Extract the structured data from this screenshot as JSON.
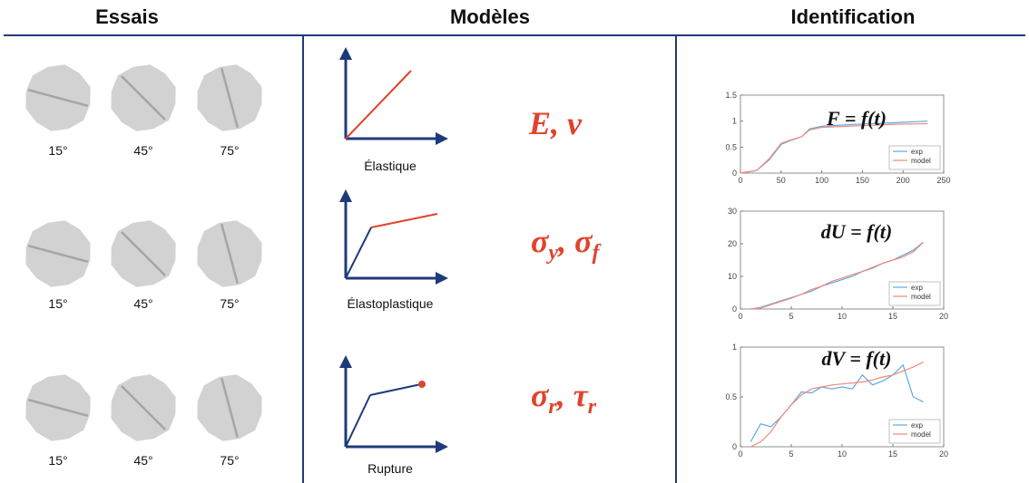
{
  "headers": {
    "essais": "Essais",
    "modeles": "Modèles",
    "identification": "Identification"
  },
  "angles": [
    "15°",
    "45°",
    "75°"
  ],
  "models": [
    {
      "label": "Élastique",
      "param": "E, ν"
    },
    {
      "label": "Élastoplastique",
      "param": "σy, σf"
    },
    {
      "label": "Rupture",
      "param": "σr, τr"
    }
  ],
  "colors": {
    "accent": "#e0432b",
    "navy": "#1f3a7a",
    "specimen": "#d2d2d2",
    "exp": "#5aa9e6",
    "model": "#f08a76"
  },
  "chart_data": [
    {
      "type": "line",
      "title": "F = f(t)",
      "xlim": [
        0,
        250
      ],
      "ylim": [
        0,
        1.5
      ],
      "xticks": [
        0,
        50,
        100,
        150,
        200,
        250
      ],
      "yticks": [
        0,
        0.5,
        1,
        1.5
      ],
      "legend": "bottom-right",
      "series": [
        {
          "name": "exp",
          "x": [
            0,
            20,
            35,
            50,
            60,
            75,
            85,
            100,
            130,
            160,
            190,
            230
          ],
          "y": [
            0,
            0.05,
            0.25,
            0.55,
            0.62,
            0.7,
            0.85,
            0.9,
            0.93,
            0.95,
            0.97,
            1.0
          ]
        },
        {
          "name": "model",
          "x": [
            0,
            20,
            35,
            50,
            60,
            75,
            85,
            100,
            130,
            160,
            190,
            230
          ],
          "y": [
            0,
            0.05,
            0.27,
            0.57,
            0.63,
            0.7,
            0.83,
            0.88,
            0.9,
            0.92,
            0.94,
            0.95
          ]
        }
      ]
    },
    {
      "type": "line",
      "title": "dU = f(t)",
      "xlim": [
        0,
        20
      ],
      "ylim": [
        0,
        30
      ],
      "xticks": [
        0,
        5,
        10,
        15,
        20
      ],
      "yticks": [
        0,
        10,
        20,
        30
      ],
      "legend": "bottom-right",
      "series": [
        {
          "name": "exp",
          "x": [
            1,
            2,
            3,
            4,
            5,
            6,
            7,
            8,
            9,
            10,
            11,
            12,
            13,
            14,
            15,
            16,
            17,
            18
          ],
          "y": [
            0,
            0.5,
            1.5,
            2.5,
            3.5,
            4.5,
            5.5,
            7,
            8,
            9,
            10,
            11.5,
            12.5,
            14,
            15,
            16.5,
            18,
            20.5
          ]
        },
        {
          "name": "model",
          "x": [
            1,
            2,
            3,
            4,
            5,
            6,
            7,
            8,
            9,
            10,
            11,
            12,
            13,
            14,
            15,
            16,
            17,
            18
          ],
          "y": [
            0,
            0.3,
            1.3,
            2.3,
            3.3,
            4.5,
            6,
            7,
            8.5,
            9.5,
            10.5,
            11.5,
            12.8,
            14,
            15,
            16,
            17.5,
            20.5
          ]
        }
      ]
    },
    {
      "type": "line",
      "title": "dV = f(t)",
      "xlim": [
        0,
        20
      ],
      "ylim": [
        0,
        1
      ],
      "xticks": [
        0,
        5,
        10,
        15,
        20
      ],
      "yticks": [
        0,
        0.5,
        1
      ],
      "legend": "bottom-right",
      "series": [
        {
          "name": "exp",
          "x": [
            1,
            2,
            3,
            4,
            5,
            6,
            7,
            8,
            9,
            10,
            11,
            12,
            13,
            14,
            15,
            16,
            17,
            18
          ],
          "y": [
            0.05,
            0.23,
            0.2,
            0.3,
            0.42,
            0.55,
            0.54,
            0.6,
            0.58,
            0.6,
            0.58,
            0.72,
            0.62,
            0.66,
            0.72,
            0.82,
            0.5,
            0.45
          ]
        },
        {
          "name": "model",
          "x": [
            1,
            2,
            3,
            4,
            5,
            6,
            7,
            8,
            9,
            10,
            11,
            12,
            13,
            14,
            15,
            16,
            17,
            18
          ],
          "y": [
            0,
            0.05,
            0.15,
            0.3,
            0.42,
            0.52,
            0.58,
            0.6,
            0.62,
            0.63,
            0.64,
            0.65,
            0.67,
            0.7,
            0.72,
            0.76,
            0.8,
            0.85
          ]
        }
      ]
    }
  ]
}
